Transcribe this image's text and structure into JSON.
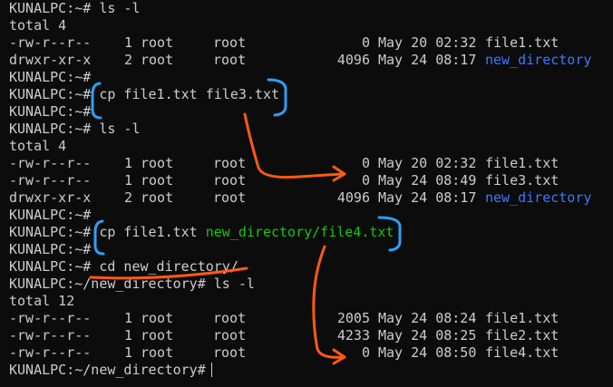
{
  "colors": {
    "background": "#0c0c0c",
    "text": "#cccccc",
    "directory": "#3b78ff",
    "green_arg": "#16c60c",
    "annotation_blue": "#2e9ef5",
    "annotation_orange": "#ff5a10"
  },
  "terminal": {
    "lines": [
      {
        "prompt": "KUNALPC:~# ",
        "cmd": "ls -l"
      },
      {
        "text": "total 4"
      },
      {
        "perm": "-rw-r--r--",
        "links": "1",
        "owner": "root",
        "group": "root",
        "size": "0",
        "date": "May 20 02:32",
        "name": "file1.txt"
      },
      {
        "perm": "drwxr-xr-x",
        "links": "2",
        "owner": "root",
        "group": "root",
        "size": "4096",
        "date": "May 24 08:17",
        "name": "new_directory",
        "is_dir": true
      },
      {
        "prompt": "KUNALPC:~#",
        "cmd": ""
      },
      {
        "prompt": "KUNALPC:~# ",
        "cmd": "cp file1.txt file3.txt"
      },
      {
        "prompt": "KUNALPC:~#",
        "cmd": ""
      },
      {
        "prompt": "KUNALPC:~# ",
        "cmd": "ls -l"
      },
      {
        "text": "total 4"
      },
      {
        "perm": "-rw-r--r--",
        "links": "1",
        "owner": "root",
        "group": "root",
        "size": "0",
        "date": "May 20 02:32",
        "name": "file1.txt"
      },
      {
        "perm": "-rw-r--r--",
        "links": "1",
        "owner": "root",
        "group": "root",
        "size": "0",
        "date": "May 24 08:49",
        "name": "file3.txt"
      },
      {
        "perm": "drwxr-xr-x",
        "links": "2",
        "owner": "root",
        "group": "root",
        "size": "4096",
        "date": "May 24 08:17",
        "name": "new_directory",
        "is_dir": true
      },
      {
        "prompt": "KUNALPC:~#",
        "cmd": ""
      },
      {
        "prompt": "KUNALPC:~# ",
        "cmd": "cp file1.txt ",
        "arg": "new_directory/file4.txt"
      },
      {
        "prompt": "KUNALPC:~#",
        "cmd": ""
      },
      {
        "prompt": "KUNALPC:~# ",
        "cmd": "cd new_directory/"
      },
      {
        "prompt": "KUNALPC:~/new_directory# ",
        "cmd": "ls -l"
      },
      {
        "text": "total 12"
      },
      {
        "perm": "-rw-r--r--",
        "links": "1",
        "owner": "root",
        "group": "root",
        "size": "2005",
        "date": "May 24 08:24",
        "name": "file1.txt"
      },
      {
        "perm": "-rw-r--r--",
        "links": "1",
        "owner": "root",
        "group": "root",
        "size": "4233",
        "date": "May 24 08:25",
        "name": "file2.txt"
      },
      {
        "perm": "-rw-r--r--",
        "links": "1",
        "owner": "root",
        "group": "root",
        "size": "0",
        "date": "May 24 08:50",
        "name": "file4.txt"
      },
      {
        "prompt": "KUNALPC:~/new_directory#",
        "cmd": "",
        "cursor": true
      }
    ]
  }
}
